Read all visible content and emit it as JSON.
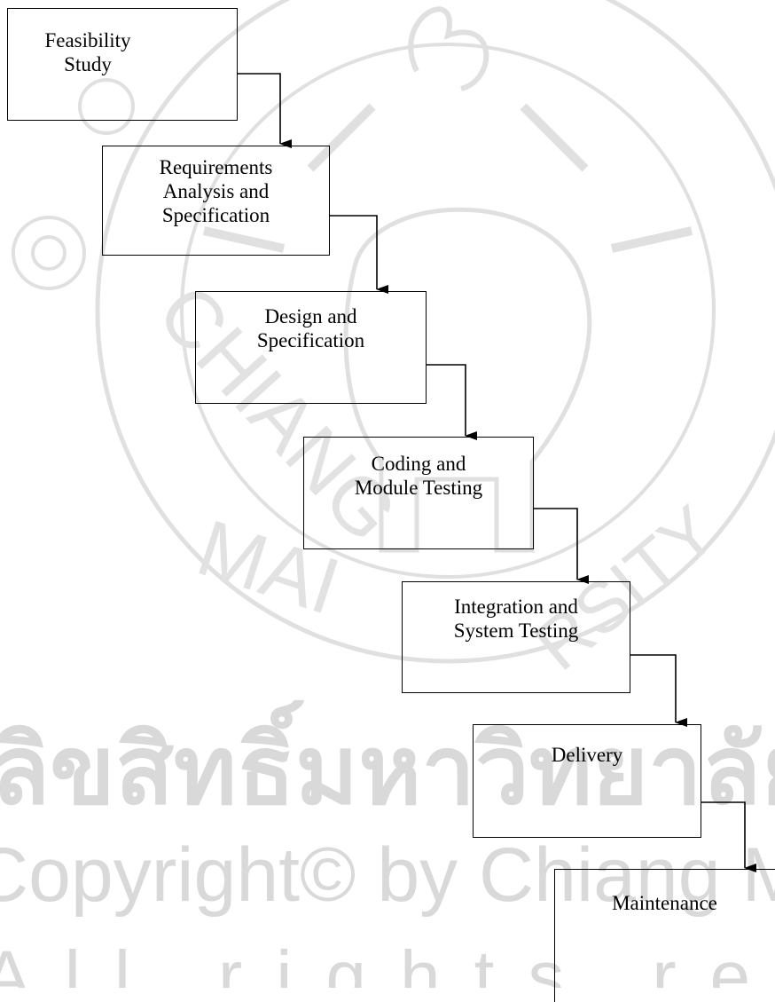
{
  "diagram": {
    "steps": [
      {
        "id": "feasibility",
        "label": "Feasibility\nStudy"
      },
      {
        "id": "requirements",
        "label": "Requirements\nAnalysis and\nSpecification"
      },
      {
        "id": "design",
        "label": "Design and\nSpecification"
      },
      {
        "id": "coding",
        "label": "Coding and\nModule Testing"
      },
      {
        "id": "integration",
        "label": "Integration and\nSystem Testing"
      },
      {
        "id": "delivery",
        "label": "Delivery"
      },
      {
        "id": "maintenance",
        "label": "Maintenance"
      }
    ]
  },
  "watermark": {
    "thai_text": "ลิขสิทธิ์มหาวิทยาลัยเชียงใหม่",
    "copyright_line": "Copyright© by Chiang Mai University",
    "rights_line": "All rights reserved",
    "seal_text": "CHIANG MAI UNIVERSITY"
  },
  "colors": {
    "watermark": "#d9d9d9",
    "lines": "#000000"
  }
}
